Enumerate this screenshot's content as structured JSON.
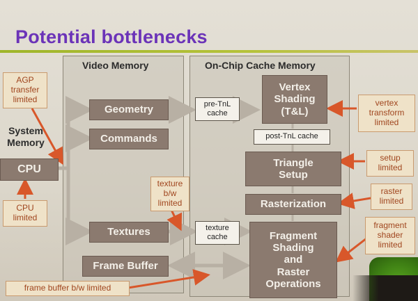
{
  "title": "Potential bottlenecks",
  "panels": {
    "video_memory": "Video Memory",
    "on_chip": "On-Chip Cache Memory"
  },
  "system_memory": "System\nMemory",
  "boxes": {
    "cpu": "CPU",
    "geometry": "Geometry",
    "commands": "Commands",
    "textures": "Textures",
    "frame_buffer": "Frame Buffer",
    "vertex_shading": "Vertex\nShading\n(T&L)",
    "triangle_setup": "Triangle\nSetup",
    "rasterization": "Rasterization",
    "fragment_shading": "Fragment\nShading\nand\nRaster\nOperations"
  },
  "caches": {
    "pre_tnl": "pre-TnL\ncache",
    "post_tnl": "post-TnL cache",
    "texture": "texture\ncache"
  },
  "notes": {
    "agp": "AGP\ntransfer\nlimited",
    "cpu_limited": "CPU\nlimited",
    "texture_bw": "texture\nb/w\nlimited",
    "vertex_transform": "vertex\ntransform\nlimited",
    "setup": "setup\nlimited",
    "raster": "raster\nlimited",
    "fragment_shader": "fragment\nshader\nlimited",
    "frame_buffer_bw": "frame buffer b/w limited"
  },
  "colors": {
    "title": "#6b33b8",
    "box_fill": "#8b7a6f",
    "note_text": "#a0461f",
    "arrow_orange": "#d8572a",
    "arrow_gray": "#b8b0a4"
  }
}
